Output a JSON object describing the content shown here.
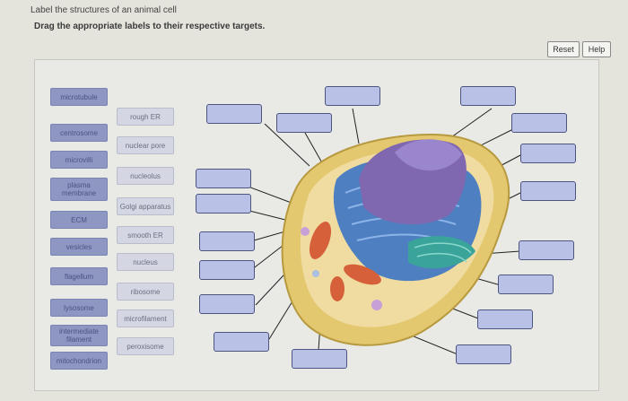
{
  "header": {
    "title": "Label the structures of an animal cell",
    "instruction": "Drag the appropriate labels to their respective targets."
  },
  "toolbar": {
    "reset_label": "Reset",
    "help_label": "Help"
  },
  "labels_left": [
    "microtubule",
    "centrosome",
    "microvilli",
    "plasma membrane",
    "ECM",
    "vesicles",
    "flagellum",
    "lysosome",
    "intermediate filament",
    "mitochondrion"
  ],
  "labels_right": [
    "rough ER",
    "nuclear pore",
    "nucleolus",
    "Golgi apparatus",
    "smooth ER",
    "nucleus",
    "ribosome",
    "microfilament",
    "peroxisome"
  ],
  "colors": {
    "left_label_bg": "#8d97c2",
    "right_label_bg": "#d4d7e3",
    "target_bg": "#b9c2e6"
  }
}
